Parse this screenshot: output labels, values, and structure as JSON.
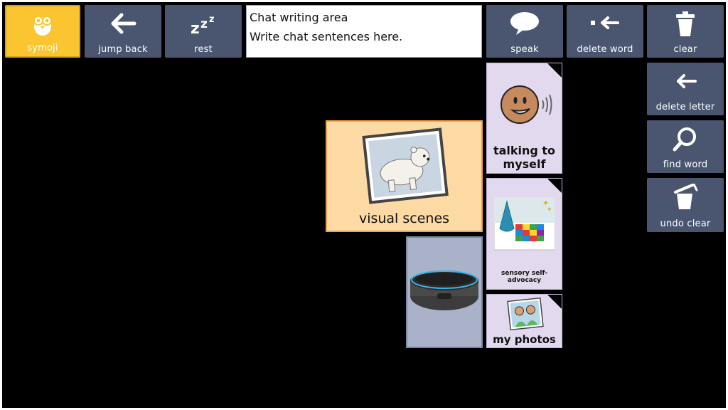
{
  "toolbar": {
    "symoji_label": "symoji",
    "jump_back_label": "jump back",
    "rest_label": "rest",
    "speak_label": "speak",
    "delete_word_label": "delete word",
    "clear_label": "clear"
  },
  "chat": {
    "title": "Chat writing area",
    "placeholder": "Write chat sentences here."
  },
  "side": {
    "delete_letter_label": "delete letter",
    "find_word_label": "find word",
    "undo_clear_label": "undo clear"
  },
  "grid": {
    "talking_label_1": "talking to",
    "talking_label_2": "myself",
    "visual_scenes_label": "visual scenes",
    "sensory_label_1": "sensory self-",
    "sensory_label_2": "advocacy",
    "my_photos_label": "my photos"
  },
  "colors": {
    "tile": "#4a5670",
    "symoji": "#fbc531",
    "folder": "#e2d9ef",
    "scene": "#fdd9a3",
    "speaker": "#a9b2c9"
  },
  "icons": [
    "owl-icon",
    "arrow-left-icon",
    "zzz-icon",
    "speech-bubble-icon",
    "delete-word-icon",
    "trash-icon",
    "backspace-arrow-icon",
    "magnifier-icon",
    "undo-trash-icon"
  ]
}
